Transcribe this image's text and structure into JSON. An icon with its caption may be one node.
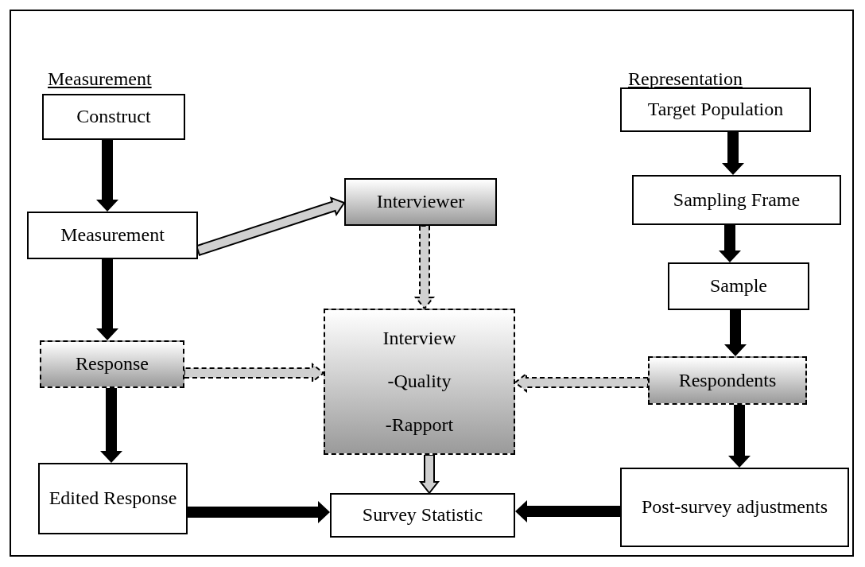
{
  "diagram": {
    "nodes": [
      {
        "text": [
          "Construct"
        ]
      },
      {
        "text": [
          "Measurement"
        ]
      },
      {
        "text": [
          "Interviewer"
        ]
      },
      {
        "text": [
          "Response"
        ]
      },
      {
        "text": [
          "Interview",
          "-Quality",
          "-Rapport"
        ]
      },
      {
        "text": [
          "Edited Response"
        ]
      },
      {
        "text": [
          "Survey Statistic"
        ]
      },
      {
        "text": [
          "Target Population"
        ]
      },
      {
        "text": [
          "Sampling Frame"
        ]
      },
      {
        "text": [
          "Sample"
        ]
      },
      {
        "text": [
          "Respondents"
        ]
      },
      {
        "text": [
          "Post-survey adjustments"
        ]
      }
    ],
    "edges": [
      {
        "from": 0,
        "to": 1,
        "arrow": "to"
      },
      {
        "from": 1,
        "to": 2,
        "arrow": "to",
        "color": "#d0d0d0"
      },
      {
        "from": 1,
        "to": 3,
        "arrow": "to"
      },
      {
        "from": 2,
        "to": 4,
        "arrow": "to",
        "style": "dashed",
        "color": "#d0d0d0"
      },
      {
        "from": 3,
        "to": 4,
        "arrow": "to",
        "style": "dashed",
        "color": "#d0d0d0"
      },
      {
        "from": 10,
        "to": 4,
        "arrow": "to",
        "style": "dashed",
        "color": "#d0d0d0"
      },
      {
        "from": 3,
        "to": 5,
        "arrow": "to"
      },
      {
        "from": 4,
        "to": 6,
        "arrow": "to",
        "color": "#d0d0d0"
      },
      {
        "from": 5,
        "to": 6,
        "arrow": "to"
      },
      {
        "from": 11,
        "to": 6,
        "arrow": "to"
      },
      {
        "from": 7,
        "to": 8,
        "arrow": "to"
      },
      {
        "from": 8,
        "to": 9,
        "arrow": "to"
      },
      {
        "from": 9,
        "to": 10,
        "arrow": "to"
      },
      {
        "from": 10,
        "to": 11,
        "arrow": "to"
      }
    ],
    "labels": [
      "Measurement",
      "Representation"
    ]
  }
}
